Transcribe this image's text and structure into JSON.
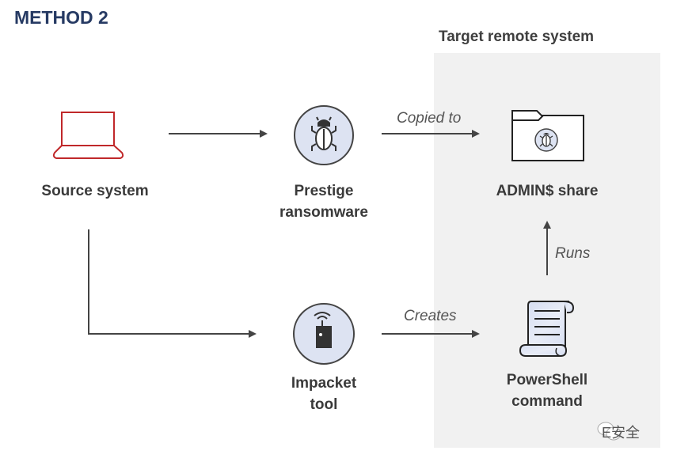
{
  "title": "METHOD 2",
  "target_panel": {
    "title": "Target remote system",
    "background": "#f1f1f1"
  },
  "nodes": {
    "source": {
      "label": "Source system",
      "icon": "laptop-icon",
      "color": "#c0282a"
    },
    "prestige": {
      "label_line1": "Prestige",
      "label_line2": "ransomware",
      "icon": "bug-icon"
    },
    "admin_share": {
      "label": "ADMIN$ share",
      "icon": "folder-bug-icon"
    },
    "impacket": {
      "label_line1": "Impacket",
      "label_line2": "tool",
      "icon": "wireless-device-icon"
    },
    "powershell": {
      "label_line1": "PowerShell",
      "label_line2": "command",
      "icon": "scroll-icon"
    }
  },
  "edges": {
    "source_to_prestige": {
      "label": ""
    },
    "prestige_to_admin": {
      "label": "Copied to"
    },
    "source_to_impacket": {
      "label": ""
    },
    "impacket_to_powershell": {
      "label": "Creates"
    },
    "powershell_to_admin": {
      "label": "Runs"
    }
  },
  "colors": {
    "title": "#263a63",
    "icon_circle_fill": "#dde3f2",
    "arrow": "#444444"
  },
  "watermark": {
    "text": "E安全",
    "icon": "wechat-icon"
  }
}
